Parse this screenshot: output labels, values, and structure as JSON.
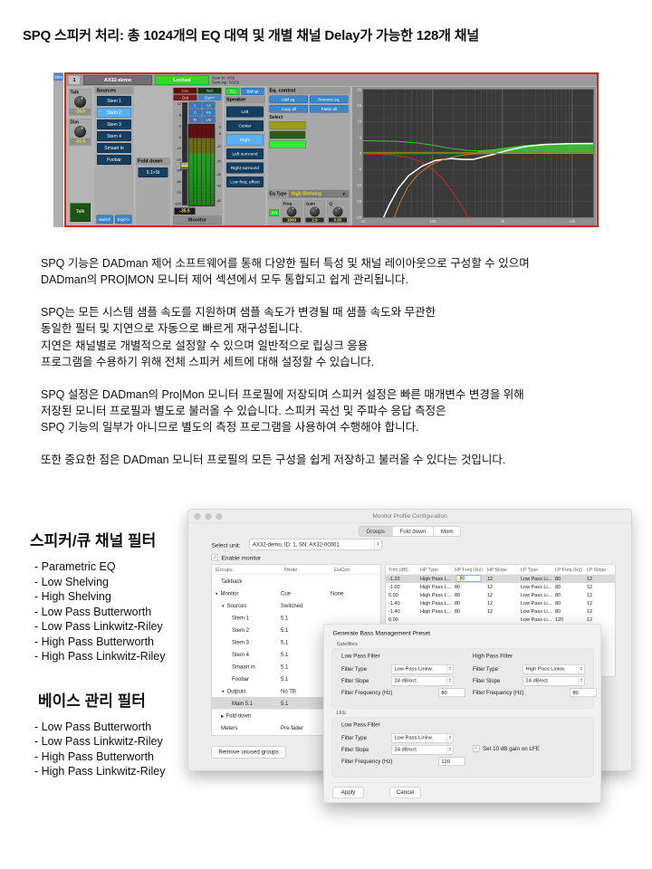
{
  "page": {
    "title": "SPQ 스피커 처리: 총 1024개의 EQ 대역 및 개별 채널 Delay가 가능한 128개 채널",
    "paragraphs": [
      "SPQ 기능은 DADman 제어 소프트웨어를 통해 다양한 필터 특성 및 채널 레이아웃으로 구성할 수 있으며\nDADman의 PRO|MON 모니터 제어 섹션에서 모두 통합되고 쉽게 관리됩니다.",
      "SPQ는 모든 시스템 샘플 속도를 지원하며 샘플 속도가 변경될 때 샘플 속도와 무관한\n동일한 필터 및 지연으로 자동으로 빠르게 재구성됩니다.\n지연은 채널별로 개별적으로 설정할 수 있으며 일반적으로 립싱크 응용\n프로그램을 수용하기 위해 전체 스피커 세트에 대해 설정할 수 있습니다.",
      "SPQ 설정은 DADman의 Pro|Mon 모니터 프로필에 저장되며 스피커 설정은 빠른 매개변수 변경을 위해\n저장된 모니터 프로필과 별도로 불러올 수 있습니다. 스피커 곡선 및 주파수 응답 측정은\nSPQ 기능의 일부가 아니므로 별도의 측정 프로그램을 사용하여 수행해야 합니다.",
      "또한 중요한 점은 DADman 모니터 프로필의 모든 구성을 쉽게 저장하고 불러올 수 있다는 것입니다."
    ],
    "filters_speaker": {
      "heading": "스피커/큐 채널 필터",
      "items": [
        "- Parametric EQ",
        "- Low Shelving",
        "- High Shelving",
        "- Low Pass Butterworth",
        "- Low Pass Linkwitz-Riley",
        "- High Pass Butterworth",
        "- High Pass Linkwitz-Riley"
      ]
    },
    "filters_bass": {
      "heading": "베이스 관리 필터",
      "items": [
        "- Low Pass Butterworth",
        "- Low Pass Linkwitz-Riley",
        "- High Pass Butterworth",
        "- High Pass Linkwitz-Riley"
      ]
    }
  },
  "mixer": {
    "mon_label": "Mon",
    "header": {
      "index": "1",
      "name": "AX32-demo",
      "locked": "Locked",
      "sum_fx": "Sum fx: 0/32",
      "sum_inp": "Sum inp: 0/256"
    },
    "talk": {
      "label": "Talk",
      "value": "-20.0"
    },
    "dim": {
      "label": "Dim",
      "value": "-20.0"
    },
    "talk_button": "Talk",
    "sources": {
      "heading": "Sources",
      "items": [
        "Stem 1",
        "Stem 2",
        "Stem 3",
        "Stem 4",
        "Smaart in",
        "Foobar"
      ],
      "selected": "Stem 2",
      "switch_label": "Switch",
      "expand_label": "Exp>>"
    },
    "fold_down": {
      "heading": "Fold down",
      "button": "5.1>St"
    },
    "monitor_fader": {
      "dim": "Dim",
      "ref": "Ref",
      "cut": "Cut",
      "eq": "Eq<<",
      "scale": [
        "12",
        "6",
        "0",
        "-5",
        "-10",
        "-20",
        "-30",
        "-40",
        "-70",
        "-100"
      ],
      "channels": [
        [
          "L",
          "Ls"
        ],
        [
          "C",
          "Rs"
        ],
        [
          "R",
          "Lfe"
        ]
      ],
      "meter_scale": [
        "-3",
        "-6",
        "-12",
        "-20",
        "-30",
        "-40",
        "-60"
      ],
      "level": "-35.5",
      "label": "Monitor"
    },
    "speaker": {
      "eq": "Eq",
      "bmngt": "BMngt",
      "heading": "Speaker",
      "items": [
        "Left",
        "Center",
        "Right",
        "Left surround",
        "Right surround",
        "Low freq. effect"
      ],
      "selected": "Right"
    },
    "eq_control": {
      "heading": "Eq. control",
      "buttons": [
        "Add eq.",
        "Remove eq.",
        "Copy all",
        "Paste all"
      ],
      "select_label": "Select",
      "select_colors": [
        "#9c9c18",
        "#2d5c16",
        "#39e839"
      ],
      "eq_type_label": "Eq Type",
      "eq_type_value": "High Shelving",
      "act": "Act",
      "knobs": [
        {
          "label": "Freq",
          "value": "1800"
        },
        {
          "label": "Gain",
          "value": "2.9"
        },
        {
          "label": "Q",
          "value": "0.50"
        }
      ]
    },
    "eq_graph": {
      "type": "line",
      "x_ticks": [
        "10",
        "100",
        "1k",
        "10k"
      ],
      "x_tick_values": [
        10,
        100,
        1000,
        10000
      ],
      "y_ticks": [
        20,
        15,
        10,
        5,
        0,
        -5,
        -10,
        -15,
        -20
      ],
      "xlim": [
        10,
        20000
      ],
      "ylim": [
        -20,
        20
      ],
      "series": [
        {
          "name": "high-shelf-band",
          "color": "#3fc03a",
          "width": 2,
          "fill_from": 450,
          "points": [
            [
              10,
              4
            ],
            [
              30,
              3.8
            ],
            [
              60,
              3.3
            ],
            [
              100,
              2.6
            ],
            [
              180,
              1.6
            ],
            [
              300,
              1.0
            ],
            [
              450,
              0.8
            ],
            [
              700,
              1.1
            ],
            [
              1200,
              1.8
            ],
            [
              2000,
              2.4
            ],
            [
              4000,
              2.9
            ],
            [
              8000,
              3.05
            ],
            [
              20000,
              3.1
            ]
          ]
        },
        {
          "name": "flat-band-olive",
          "color": "#8a8a20",
          "width": 2,
          "points": [
            [
              10,
              0.3
            ],
            [
              20000,
              0.3
            ]
          ]
        },
        {
          "name": "flat-band-darkgreen",
          "color": "#1e6e1e",
          "width": 2,
          "points": [
            [
              10,
              -0.2
            ],
            [
              450,
              -0.2
            ]
          ]
        },
        {
          "name": "lfe-lowpass",
          "color": "#cc2420",
          "width": 2,
          "points": [
            [
              10,
              -0.1
            ],
            [
              25,
              -0.4
            ],
            [
              45,
              -1.2
            ],
            [
              70,
              -2.8
            ],
            [
              100,
              -5
            ],
            [
              140,
              -8
            ],
            [
              200,
              -12.5
            ],
            [
              270,
              -17
            ],
            [
              340,
              -21
            ]
          ]
        },
        {
          "name": "combined-response",
          "color": "#ffffff",
          "width": 3,
          "points": [
            [
              18,
              -22
            ],
            [
              24,
              -16
            ],
            [
              32,
              -11
            ],
            [
              45,
              -7
            ],
            [
              70,
              -4
            ],
            [
              110,
              -2.2
            ],
            [
              180,
              -1.6
            ],
            [
              280,
              -1.9
            ],
            [
              380,
              -1.9
            ],
            [
              550,
              -1
            ],
            [
              800,
              -0.1
            ],
            [
              1300,
              1.2
            ],
            [
              2200,
              2.2
            ],
            [
              4000,
              2.8
            ],
            [
              9000,
              3.05
            ],
            [
              20000,
              3.1
            ]
          ]
        },
        {
          "name": "highpass-response",
          "color": "#cc7a22",
          "width": 2,
          "points": [
            [
              26,
              -22
            ],
            [
              33,
              -16
            ],
            [
              44,
              -10.5
            ],
            [
              62,
              -6.5
            ],
            [
              95,
              -3.5
            ],
            [
              150,
              -1.7
            ],
            [
              250,
              -0.6
            ],
            [
              400,
              -0.1
            ],
            [
              700,
              0
            ],
            [
              20000,
              0
            ]
          ]
        }
      ]
    }
  },
  "dialog": {
    "title": "Monitor Profile Configuration",
    "tabs": [
      "Groups",
      "Fold down",
      "Mom"
    ],
    "active_tab": "Groups",
    "select_unit_label": "Select unit:",
    "select_unit_value": "AX32-demo, ID: 1, SN: AX32-00001",
    "enable_monitor": "Enable monitor",
    "groups_table": {
      "columns": [
        "Groups",
        "Mode",
        "EuCon"
      ],
      "rows": [
        {
          "name": "Talkback",
          "mode": "",
          "eucon": "",
          "indent": 1
        },
        {
          "name": "Monitor",
          "mode": "Cue",
          "eucon": "None",
          "indent": 0,
          "arrow": "▼"
        },
        {
          "name": "Sources",
          "mode": "Switched",
          "eucon": "",
          "indent": 1,
          "arrow": "▼"
        },
        {
          "name": "Stem 1",
          "mode": "5.1",
          "eucon": "",
          "indent": 2
        },
        {
          "name": "Stem 2",
          "mode": "5.1",
          "eucon": "",
          "indent": 2
        },
        {
          "name": "Stem 3",
          "mode": "5.1",
          "eucon": "",
          "indent": 2
        },
        {
          "name": "Stem 4",
          "mode": "5.1",
          "eucon": "",
          "indent": 2
        },
        {
          "name": "Smaart in",
          "mode": "5.1",
          "eucon": "",
          "indent": 2
        },
        {
          "name": "Foobar",
          "mode": "5.1",
          "eucon": "",
          "indent": 2
        },
        {
          "name": "Outputs",
          "mode": "No TB",
          "eucon": "",
          "indent": 1,
          "arrow": "▼"
        },
        {
          "name": "Main 5.1",
          "mode": "5.1",
          "eucon": "",
          "indent": 2,
          "selected": true
        },
        {
          "name": "Fold down",
          "mode": "",
          "eucon": "",
          "indent": 1,
          "arrow": "▶"
        },
        {
          "name": "Meters",
          "mode": "Pre-fader",
          "eucon": "",
          "indent": 1
        }
      ]
    },
    "remove_button": "Remove unused groups",
    "filters_table": {
      "columns": [
        "Trim (dB)",
        "HP Type",
        "HP Freq (Hz)",
        "HP Slope",
        "LP Type",
        "LP Freq (Hz)",
        "LP Slope"
      ],
      "rows": [
        [
          "-1.20",
          "High Pass L...",
          "80",
          "12",
          "Low Pass Li...",
          "80",
          "12"
        ],
        [
          "-1.00",
          "High Pass L...",
          "80",
          "12",
          "Low Pass Li...",
          "80",
          "12"
        ],
        [
          "0.00",
          "High Pass L...",
          "80",
          "12",
          "Low Pass Li...",
          "80",
          "12"
        ],
        [
          "-1.40",
          "High Pass L...",
          "80",
          "12",
          "Low Pass Li...",
          "80",
          "12"
        ],
        [
          "-1.40",
          "High Pass L...",
          "80",
          "12",
          "Low Pass Li...",
          "80",
          "12"
        ],
        [
          "0.00",
          "",
          "",
          "",
          "Low Pass Li...",
          "120",
          "12"
        ]
      ],
      "selected_row": 0
    },
    "bass_preset": {
      "title": "Generate Bass Management Preset",
      "satellites_label": "Satellites",
      "lfe_label": "LFE",
      "low_pass_label": "Low Pass Filter",
      "high_pass_label": "High Pass Filter",
      "filter_type_label": "Filter Type",
      "filter_slope_label": "Filter Slope",
      "filter_freq_label": "Filter Frequency (Hz)",
      "sat_lp": {
        "type": "Low Pass Linkw.",
        "slope": "24 dB/oct",
        "freq": "80"
      },
      "sat_hp": {
        "type": "High Pass Linkw.",
        "slope": "24 dB/oct",
        "freq": "80"
      },
      "lfe_lp": {
        "type": "Low Pass Linkw.",
        "slope": "24 dB/oct",
        "freq": "120"
      },
      "lfe_gain_checkbox": "Set 10 dB gain on LFE",
      "apply": "Apply",
      "cancel": "Cancel"
    }
  },
  "icons": {
    "check_glyph": "✓",
    "dropdown_arrow": "▼",
    "stepper_up": "▲",
    "stepper_down": "▼"
  }
}
